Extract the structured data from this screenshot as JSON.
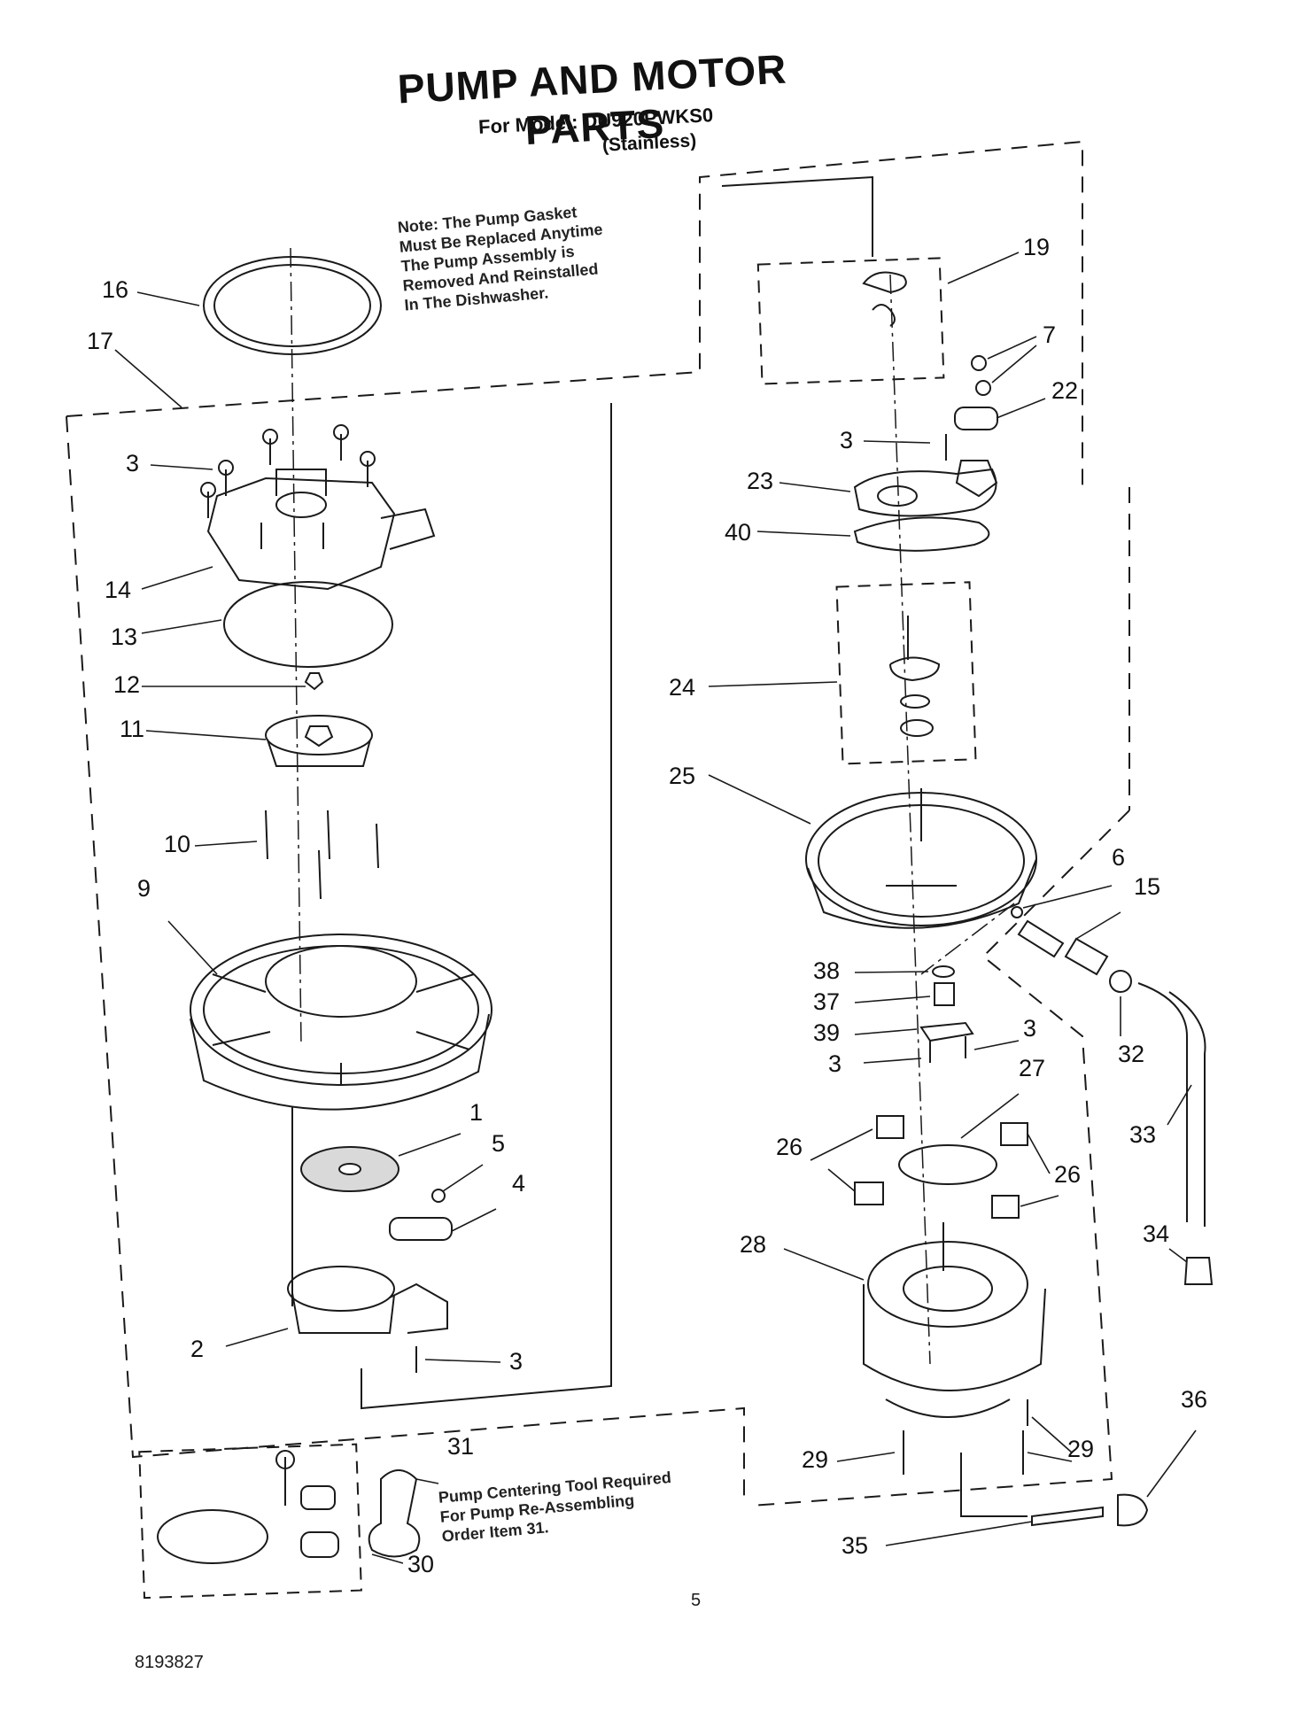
{
  "header": {
    "title": "PUMP AND MOTOR PARTS",
    "model_line": "For Model: DU920PWKS0",
    "finish_line": "(Stainless)"
  },
  "notes": {
    "gasket_note": [
      "Note: The Pump Gasket",
      "Must Be Replaced Anytime",
      "The Pump Assembly is",
      "Removed And Reinstalled",
      "In The Dishwasher."
    ],
    "tool_note": [
      "Pump Centering Tool Required",
      "For Pump Re-Assembling",
      "Order Item 31."
    ]
  },
  "callouts": [
    "16",
    "17",
    "3",
    "14",
    "13",
    "12",
    "11",
    "10",
    "9",
    "1",
    "5",
    "4",
    "2",
    "3",
    "19",
    "7",
    "22",
    "3",
    "23",
    "40",
    "24",
    "25",
    "6",
    "15",
    "38",
    "37",
    "39",
    "3",
    "3",
    "27",
    "32",
    "33",
    "26",
    "26",
    "34",
    "28",
    "29",
    "29",
    "36",
    "31",
    "30",
    "35"
  ],
  "footer": {
    "page_number": "5",
    "document_number": "8193827"
  },
  "colors": {
    "ink": "#1a1a1a",
    "paper": "#ffffff",
    "shade": "#d9d9d9"
  }
}
